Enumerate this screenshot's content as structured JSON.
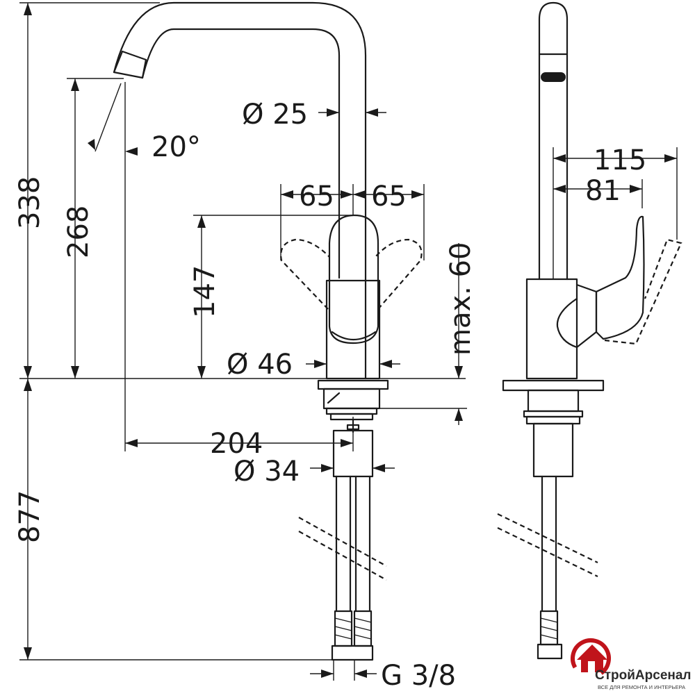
{
  "dimensions": {
    "height_total": "338",
    "height_outlet": "268",
    "height_lever": "147",
    "depth_below": "877",
    "diameter_spout": "Ø 25",
    "angle_outlet": "20°",
    "swivel_left": "65",
    "swivel_right": "65",
    "lever_clearance": "max. 60",
    "diameter_body": "Ø 46",
    "projection": "204",
    "diameter_shank": "Ø 34",
    "connection": "G 3/8",
    "side_projection": "115",
    "side_lever": "81"
  },
  "logo": {
    "name": "СтройАрсенал",
    "tagline": "ВСЕ ДЛЯ РЕМОНТА И ИНТЕРЬЕРА",
    "color": "#c0141b"
  }
}
